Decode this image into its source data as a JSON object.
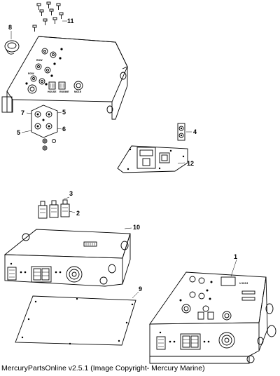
{
  "diagram": {
    "callouts": [
      {
        "id": "c1",
        "label": "1"
      },
      {
        "id": "c2",
        "label": "2"
      },
      {
        "id": "c3",
        "label": "3"
      },
      {
        "id": "c4",
        "label": "4"
      },
      {
        "id": "c5a",
        "label": "5"
      },
      {
        "id": "c5b",
        "label": "5"
      },
      {
        "id": "c6",
        "label": "6"
      },
      {
        "id": "c7",
        "label": "7"
      },
      {
        "id": "c8",
        "label": "8"
      },
      {
        "id": "c9",
        "label": "9"
      },
      {
        "id": "c10",
        "label": "10"
      },
      {
        "id": "c11",
        "label": "11"
      },
      {
        "id": "c12",
        "label": "12"
      }
    ]
  },
  "footer": {
    "text": "MercuryPartsOnline v2.5.1 (Image Copyright- Mercury Marine)"
  }
}
